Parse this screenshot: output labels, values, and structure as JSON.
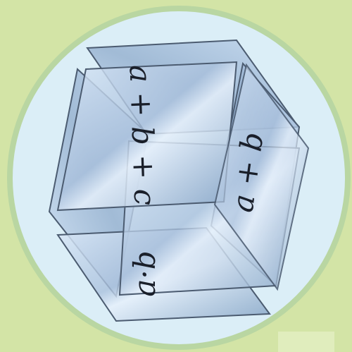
{
  "colors": {
    "background": "#d3e4a6",
    "circle_fill": "#dbeef7",
    "circle_stroke": "#b9d6a2",
    "panel_fill_light": "#c9dcf2",
    "panel_fill_dark": "#6f8fb3",
    "panel_stroke": "#4b5b70"
  },
  "labels": {
    "sum_three": "a + b + c",
    "sum_two": "a + b",
    "product": "a·b"
  }
}
